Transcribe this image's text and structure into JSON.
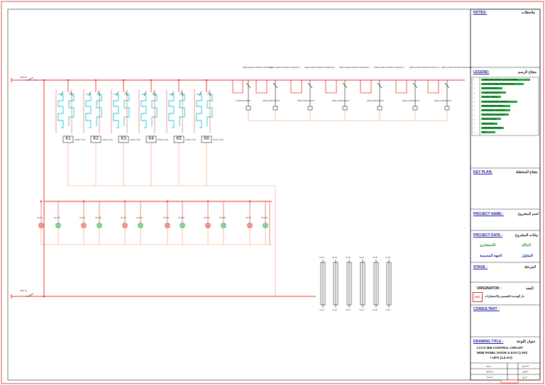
{
  "title_block": {
    "notes_en": "NOTES:",
    "notes_ar": "ملاحظات",
    "legend_en": "LEGEND:",
    "legend_ar": "مفتاح الرسم",
    "legend_items": [
      "CABLE AND SUPPLY FOR LED PANEL",
      "CONTROL CABLE SIGNAL PANEL",
      "CONTROL RELAY",
      "1 AND 2 CONTROL",
      "SUPPLY CABLE",
      "LIGHTING PANEL CONTROL",
      "MAINS SUPPLY RELAY",
      "EMERGENCY LIGHTING",
      "CONTACTOR CONTROL",
      "SIGNAL PANEL",
      "FIRE ALARM",
      "CONTROL MODULE",
      "KEY"
    ],
    "key_plan_en": "KEY PLAN:",
    "key_plan_ar": "مفتاح المخطط",
    "project_name_en": "PROJECT NAME :",
    "project_name_ar": "اسم المشروع",
    "project_data_en": "PROJECT DATA :",
    "project_data_ar": "بيانات المشروع",
    "owner_ar": "المالك",
    "consultant_ar": "الاستشاري",
    "contractor_ar": "المقاول",
    "designer_ar": "الجهة المصممة",
    "stage_en": "STAGE :",
    "stage_ar": "المرحلة",
    "originator_en": "ORIGINATOR :",
    "originator_ar": "المعد",
    "originator_name_ar": "دار الهندسة للتصميم والاستشارات",
    "originator_logo": "DAL",
    "consultant_en": "CONSULTANT :",
    "drawing_title_en": "DRAWING TITLE :",
    "drawing_title_ar": "عنوان اللوحة",
    "drawing_title_lines": [
      "LCCC-BM CONTROL CIRCUIT",
      "MDB PANEL DOOR & ESS (1 EF)",
      "+ UPS (1.5 KV)"
    ],
    "sign_rows": [
      {
        "ar": "رسم",
        "ar2": "تصميم"
      },
      {
        "ar": "مراجعة",
        "ar2": "تدقيق"
      },
      {
        "ar": "اعتماد",
        "ar2": "تاريخ"
      }
    ]
  },
  "diagram": {
    "relays": [
      "K1",
      "K2",
      "K3",
      "K4",
      "K5",
      "K6"
    ],
    "relay_caption": "24VDC COIL",
    "fire_modules": [
      {
        "top": "FIRE ALARM CONTROL MODULE 1",
        "bottom": "CONTROL RELAY"
      },
      {
        "top": "FIRE ALARM CONTROL MODULE 2",
        "bottom": "FIRE ALARM RELAY"
      },
      {
        "top": "FIRE ALARM CONTROL MODULE 3",
        "bottom": "FIRE ALARM RELAY"
      },
      {
        "top": "FIRE ALARM CONTROL MODULE 4",
        "bottom": "FIRE ALARM RELAY"
      },
      {
        "top": "FIRE ALARM CONTROL MODULE 5",
        "bottom": "FIRE ALARM RELAY"
      },
      {
        "top": "FIRE ALARM CONTROL MODULE 6",
        "bottom": "FIRE ALARM RELAY"
      },
      {
        "top": "FIRE ALARM CONTROL MODULE 7",
        "bottom": "FIRE ALARM RELAY"
      }
    ],
    "supply_label_top": "230V AC",
    "supply_label_bottom": "230V AC",
    "lamp_labels": [
      "H1 ON",
      "H1 OFF",
      "H2 ON",
      "H2 OFF",
      "H3 ON",
      "H3 OFF",
      "H4 ON",
      "H4 OFF",
      "H5 ON",
      "H5 OFF",
      "H6 ON",
      "H6 OFF"
    ],
    "terminal_labels": [
      "X1-01",
      "X1-02",
      "X1-03",
      "X1-04",
      "X1-05",
      "X1-06"
    ]
  },
  "colors": {
    "power": "#e8372f",
    "control": "#f29a6e",
    "cyan": "#24c7d6",
    "dark": "#222222",
    "title_ink": "#1a1aa0"
  }
}
